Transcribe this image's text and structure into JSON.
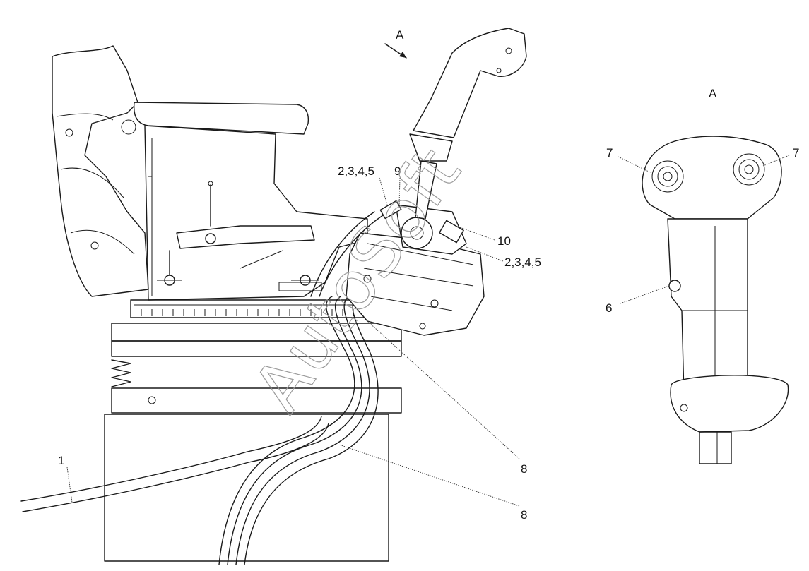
{
  "view_label_main": "A",
  "view_label_detail": "A",
  "callouts": {
    "c1": "1",
    "c2345_top": "2,3,4,5",
    "c9": "9",
    "c10": "10",
    "c2345_right": "2,3,4,5",
    "c8_upper": "8",
    "c8_lower": "8",
    "c6": "6",
    "c7_left": "7",
    "c7_right": "7"
  },
  "watermark": "AutoSoft"
}
